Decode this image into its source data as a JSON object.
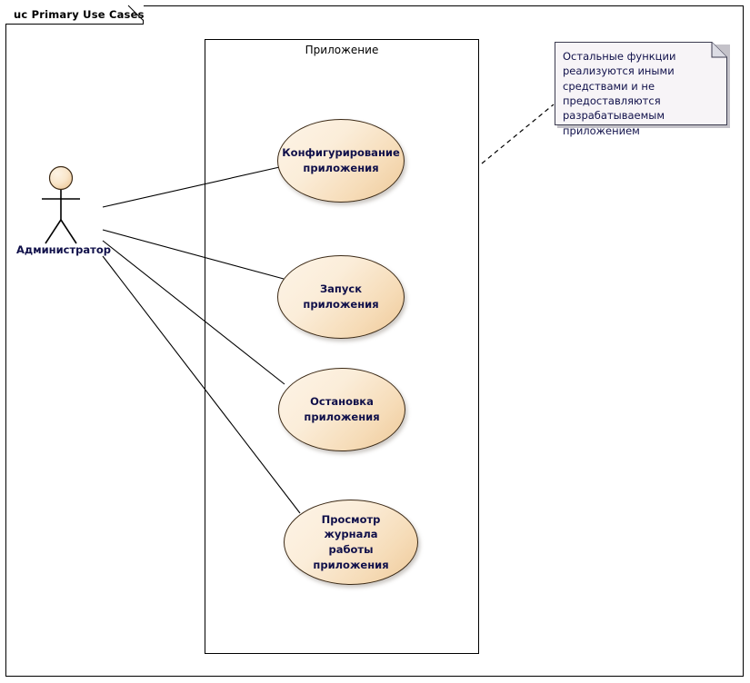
{
  "diagram": {
    "tab_label": "uc Primary Use Cases",
    "kind": "uml-use-case-diagram",
    "boundary_label": "Приложение",
    "actor": {
      "name": "Администратор",
      "icon": "stick-figure-actor-icon"
    },
    "use_cases": [
      {
        "id": "uc-configure",
        "label": "Конфигурирование\nприложения"
      },
      {
        "id": "uc-start",
        "label": "Запуск приложения"
      },
      {
        "id": "uc-stop",
        "label": "Остановка\nприложения"
      },
      {
        "id": "uc-viewlog",
        "label": "Просмотр журнала\nработы приложения"
      }
    ],
    "note": {
      "text": "Остальные функции реализуются иными средствами и не предоставляются разрабатываемым приложением",
      "anchor": "dashed-link-to-boundary"
    },
    "associations": [
      {
        "from": "Администратор",
        "to": "Конфигурирование приложения"
      },
      {
        "from": "Администратор",
        "to": "Запуск приложения"
      },
      {
        "from": "Администратор",
        "to": "Остановка приложения"
      },
      {
        "from": "Администратор",
        "to": "Просмотр журнала работы приложения"
      }
    ],
    "colors": {
      "usecase_fill_light": "#fdf4e7",
      "usecase_fill_dark": "#eec999",
      "usecase_stroke": "#3c2a16",
      "note_fill": "#f7f4f7",
      "note_stroke": "#3c3c50",
      "text_color": "#10104a",
      "line_color": "#000000",
      "frame_color": "#000000"
    }
  }
}
